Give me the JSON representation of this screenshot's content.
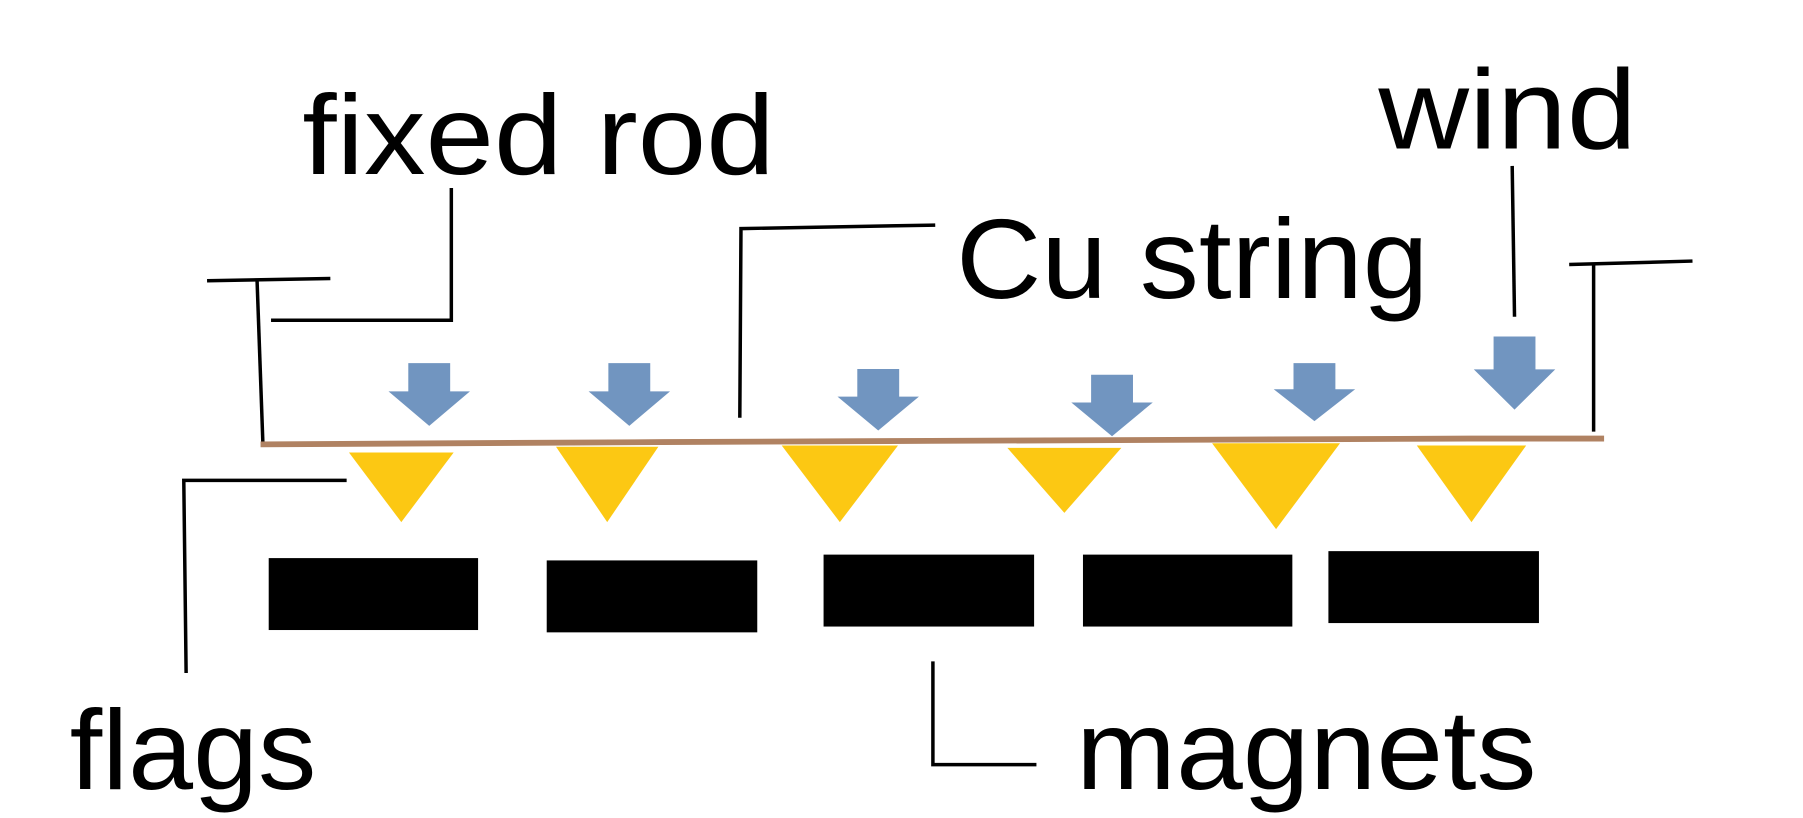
{
  "labels": {
    "fixed_rod": "fixed rod",
    "wind": "wind",
    "cu_string": "Cu string",
    "flags": "flags",
    "magnets": "magnets"
  },
  "colors": {
    "string": "#b08262",
    "flag": "#fcc813",
    "arrow": "#7195c0",
    "magnet": "#000000",
    "line": "#000000"
  },
  "counts": {
    "arrows": 6,
    "flags": 6,
    "magnets": 5
  }
}
